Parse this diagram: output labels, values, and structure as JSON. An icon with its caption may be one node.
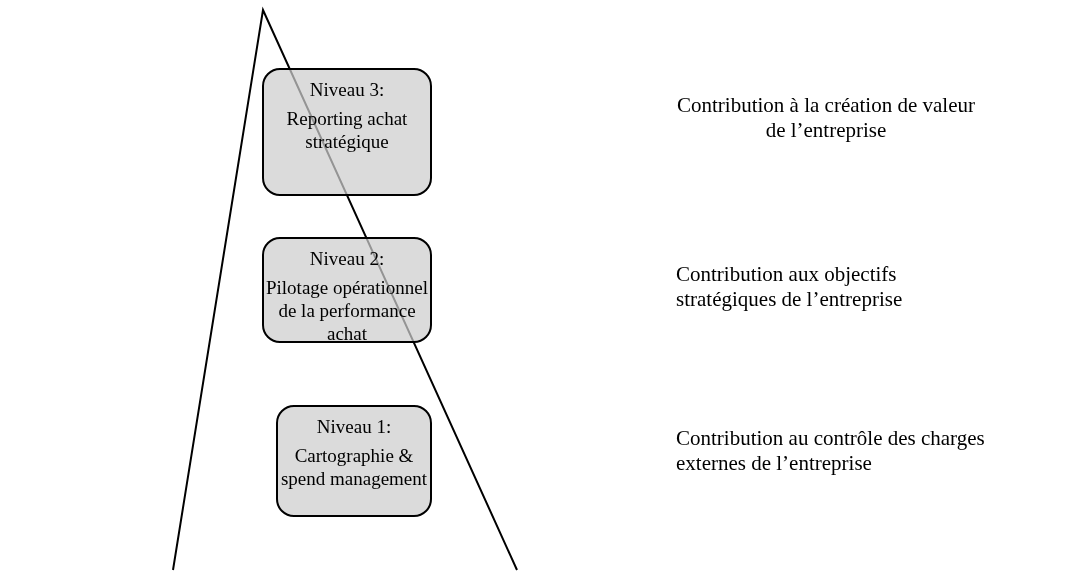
{
  "diagram": {
    "nodes": [
      {
        "text": [
          "Niveau 3:",
          "Reporting achat stratégique"
        ]
      },
      {
        "text": [
          "Niveau 2:",
          "Pilotage opérationnel de la performance achat"
        ]
      },
      {
        "text": [
          "Niveau 1:",
          "Cartographie & spend management"
        ]
      }
    ],
    "labels": [
      "Contribution à la création de valeur de l’entreprise",
      "Contribution aux objectifs stratégiques de l’entreprise",
      "Contribution au contrôle des charges externes de l’entreprise"
    ]
  }
}
